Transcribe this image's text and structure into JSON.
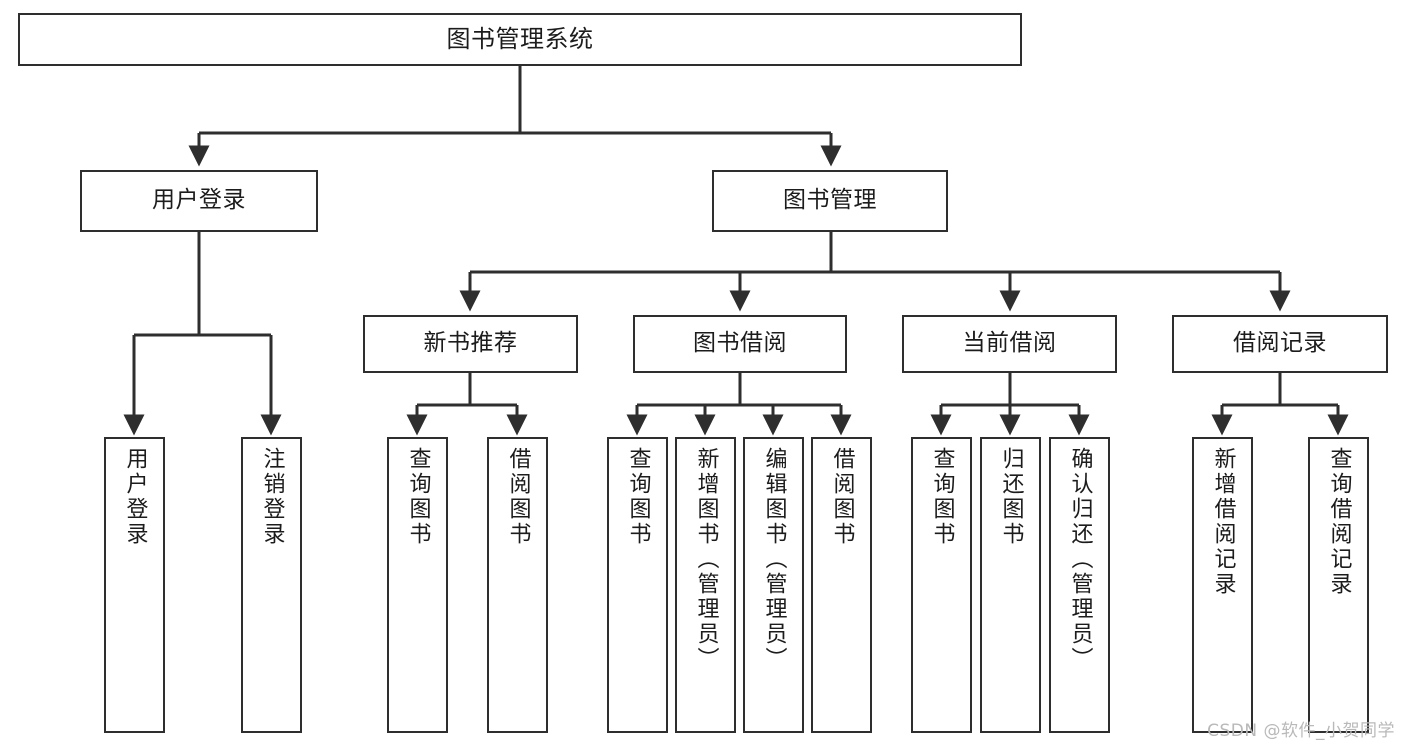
{
  "diagram": {
    "type": "tree-hierarchy",
    "title": "图书管理系统",
    "orientation": "top-down",
    "colors": {
      "stroke": "#2e2e2e",
      "fill": "#ffffff",
      "text": "#1c1c1c",
      "watermark": "#b9b9b9"
    },
    "levels": {
      "root": {
        "label": "图书管理系统"
      },
      "level2": [
        {
          "label": "用户登录"
        },
        {
          "label": "图书管理"
        }
      ],
      "level3": [
        {
          "label": "新书推荐",
          "parent": "图书管理"
        },
        {
          "label": "图书借阅",
          "parent": "图书管理"
        },
        {
          "label": "当前借阅",
          "parent": "图书管理"
        },
        {
          "label": "借阅记录",
          "parent": "图书管理"
        }
      ],
      "leaves": [
        {
          "label": "用户登录",
          "parent": "用户登录"
        },
        {
          "label": "注销登录",
          "parent": "用户登录"
        },
        {
          "label": "查询图书",
          "parent": "新书推荐"
        },
        {
          "label": "借阅图书",
          "parent": "新书推荐"
        },
        {
          "label": "查询图书",
          "parent": "图书借阅"
        },
        {
          "label": "新增图书（管理员）",
          "parent": "图书借阅"
        },
        {
          "label": "编辑图书（管理员）",
          "parent": "图书借阅"
        },
        {
          "label": "借阅图书",
          "parent": "图书借阅"
        },
        {
          "label": "查询图书",
          "parent": "当前借阅"
        },
        {
          "label": "归还图书",
          "parent": "当前借阅"
        },
        {
          "label": "确认归还（管理员）",
          "parent": "当前借阅"
        },
        {
          "label": "新增借阅记录",
          "parent": "借阅记录"
        },
        {
          "label": "查询借阅记录",
          "parent": "借阅记录"
        }
      ]
    }
  },
  "watermark": {
    "text": "CSDN @软件_小贺同学"
  }
}
